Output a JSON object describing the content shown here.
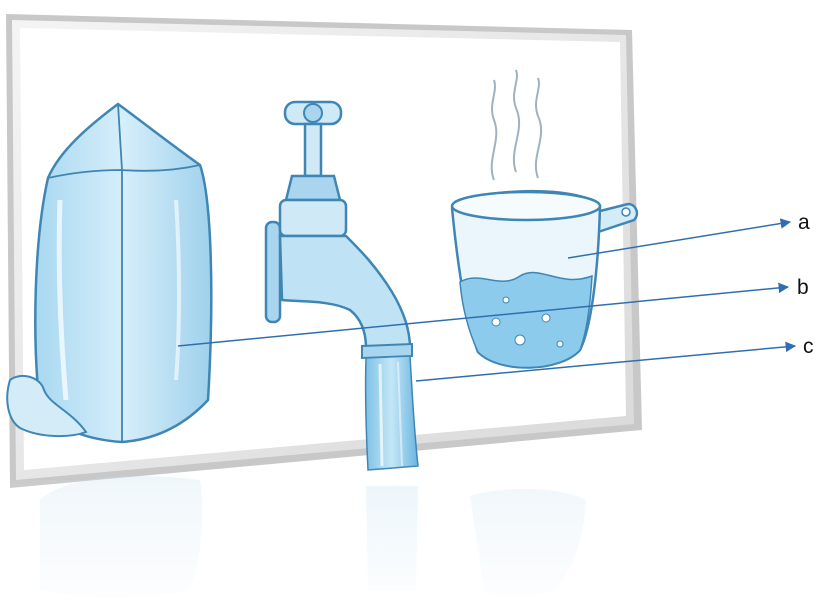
{
  "diagram": {
    "colors": {
      "outline": "#3f86b4",
      "water_light": "#d3ecf8",
      "water_mid": "#a9d6ee",
      "water_deep": "#5fb0dc",
      "arrow": "#2f6fb0",
      "steam": "#9fb2c0"
    },
    "items": [
      {
        "name": "ice-block",
        "icon": "ice-cube-icon"
      },
      {
        "name": "tap",
        "icon": "faucet-icon"
      },
      {
        "name": "boiling-pot",
        "icon": "pot-icon"
      }
    ],
    "labels": {
      "a": "a",
      "b": "b",
      "c": "c"
    }
  }
}
